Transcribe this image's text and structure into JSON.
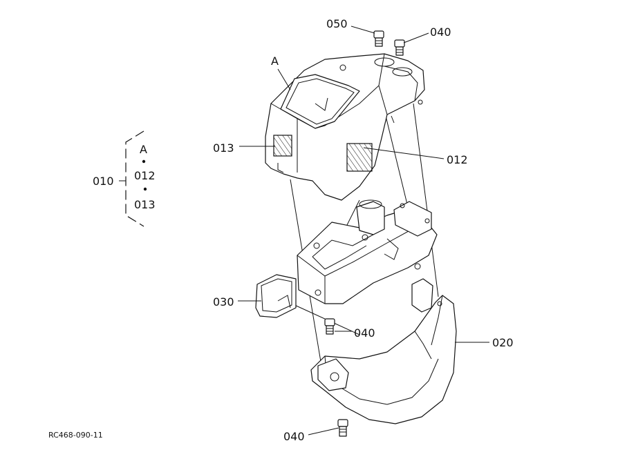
{
  "diagram": {
    "drawing_code": "RC468-090-11",
    "group_legend": {
      "group_label": "010",
      "items": [
        "A",
        "012",
        "013"
      ]
    },
    "callouts": {
      "view_a": "A",
      "p050": "050",
      "p040_top": "040",
      "p013": "013",
      "p012": "012",
      "p030": "030",
      "p040_mid": "040",
      "p020": "020",
      "p040_bottom": "040"
    }
  }
}
